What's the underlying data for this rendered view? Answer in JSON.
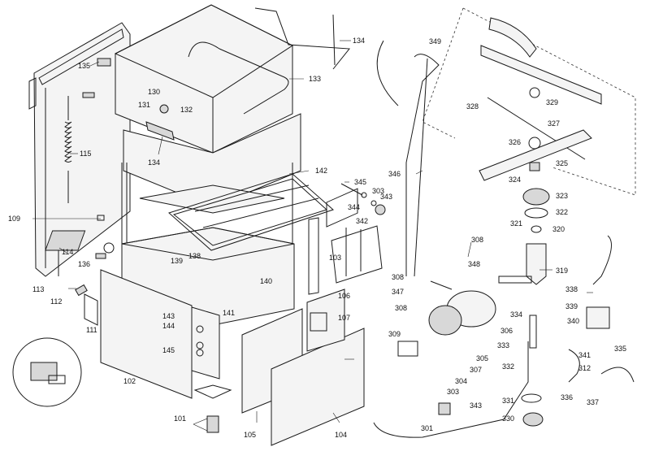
{
  "callouts": [
    {
      "id": "c101",
      "text": "101"
    },
    {
      "id": "c102",
      "text": "102"
    },
    {
      "id": "c103",
      "text": "103"
    },
    {
      "id": "c104",
      "text": "104"
    },
    {
      "id": "c105",
      "text": "105"
    },
    {
      "id": "c106",
      "text": "106"
    },
    {
      "id": "c107",
      "text": "107"
    },
    {
      "id": "c109",
      "text": "109"
    },
    {
      "id": "c111",
      "text": "111"
    },
    {
      "id": "c112",
      "text": "112"
    },
    {
      "id": "c113",
      "text": "113"
    },
    {
      "id": "c114",
      "text": "114"
    },
    {
      "id": "c115",
      "text": "115"
    },
    {
      "id": "c130",
      "text": "130"
    },
    {
      "id": "c131",
      "text": "131"
    },
    {
      "id": "c132",
      "text": "132"
    },
    {
      "id": "c133",
      "text": "133"
    },
    {
      "id": "c134a",
      "text": "134"
    },
    {
      "id": "c134b",
      "text": "134"
    },
    {
      "id": "c135",
      "text": "135"
    },
    {
      "id": "c136",
      "text": "136"
    },
    {
      "id": "c138",
      "text": "138"
    },
    {
      "id": "c139",
      "text": "139"
    },
    {
      "id": "c140",
      "text": "140"
    },
    {
      "id": "c141",
      "text": "141"
    },
    {
      "id": "c142",
      "text": "142"
    },
    {
      "id": "c143",
      "text": "143"
    },
    {
      "id": "c144",
      "text": "144"
    },
    {
      "id": "c145",
      "text": "145"
    },
    {
      "id": "c301",
      "text": "301"
    },
    {
      "id": "c303a",
      "text": "303"
    },
    {
      "id": "c303b",
      "text": "303"
    },
    {
      "id": "c304",
      "text": "304"
    },
    {
      "id": "c305",
      "text": "305"
    },
    {
      "id": "c306",
      "text": "306"
    },
    {
      "id": "c307",
      "text": "307"
    },
    {
      "id": "c308a",
      "text": "308"
    },
    {
      "id": "c308b",
      "text": "308"
    },
    {
      "id": "c308c",
      "text": "308"
    },
    {
      "id": "c309",
      "text": "309"
    },
    {
      "id": "c312",
      "text": "312"
    },
    {
      "id": "c319",
      "text": "319"
    },
    {
      "id": "c320",
      "text": "320"
    },
    {
      "id": "c321",
      "text": "321"
    },
    {
      "id": "c322",
      "text": "322"
    },
    {
      "id": "c323",
      "text": "323"
    },
    {
      "id": "c324",
      "text": "324"
    },
    {
      "id": "c325",
      "text": "325"
    },
    {
      "id": "c326",
      "text": "326"
    },
    {
      "id": "c327",
      "text": "327"
    },
    {
      "id": "c328",
      "text": "328"
    },
    {
      "id": "c329",
      "text": "329"
    },
    {
      "id": "c330",
      "text": "330"
    },
    {
      "id": "c331",
      "text": "331"
    },
    {
      "id": "c332",
      "text": "332"
    },
    {
      "id": "c333",
      "text": "333"
    },
    {
      "id": "c334",
      "text": "334"
    },
    {
      "id": "c335",
      "text": "335"
    },
    {
      "id": "c336",
      "text": "336"
    },
    {
      "id": "c337",
      "text": "337"
    },
    {
      "id": "c338",
      "text": "338"
    },
    {
      "id": "c339",
      "text": "339"
    },
    {
      "id": "c340",
      "text": "340"
    },
    {
      "id": "c341",
      "text": "341"
    },
    {
      "id": "c342",
      "text": "342"
    },
    {
      "id": "c343a",
      "text": "343"
    },
    {
      "id": "c343b",
      "text": "343"
    },
    {
      "id": "c344",
      "text": "344"
    },
    {
      "id": "c345",
      "text": "345"
    },
    {
      "id": "c346",
      "text": "346"
    },
    {
      "id": "c347",
      "text": "347"
    },
    {
      "id": "c348",
      "text": "348"
    },
    {
      "id": "c349",
      "text": "349"
    }
  ]
}
